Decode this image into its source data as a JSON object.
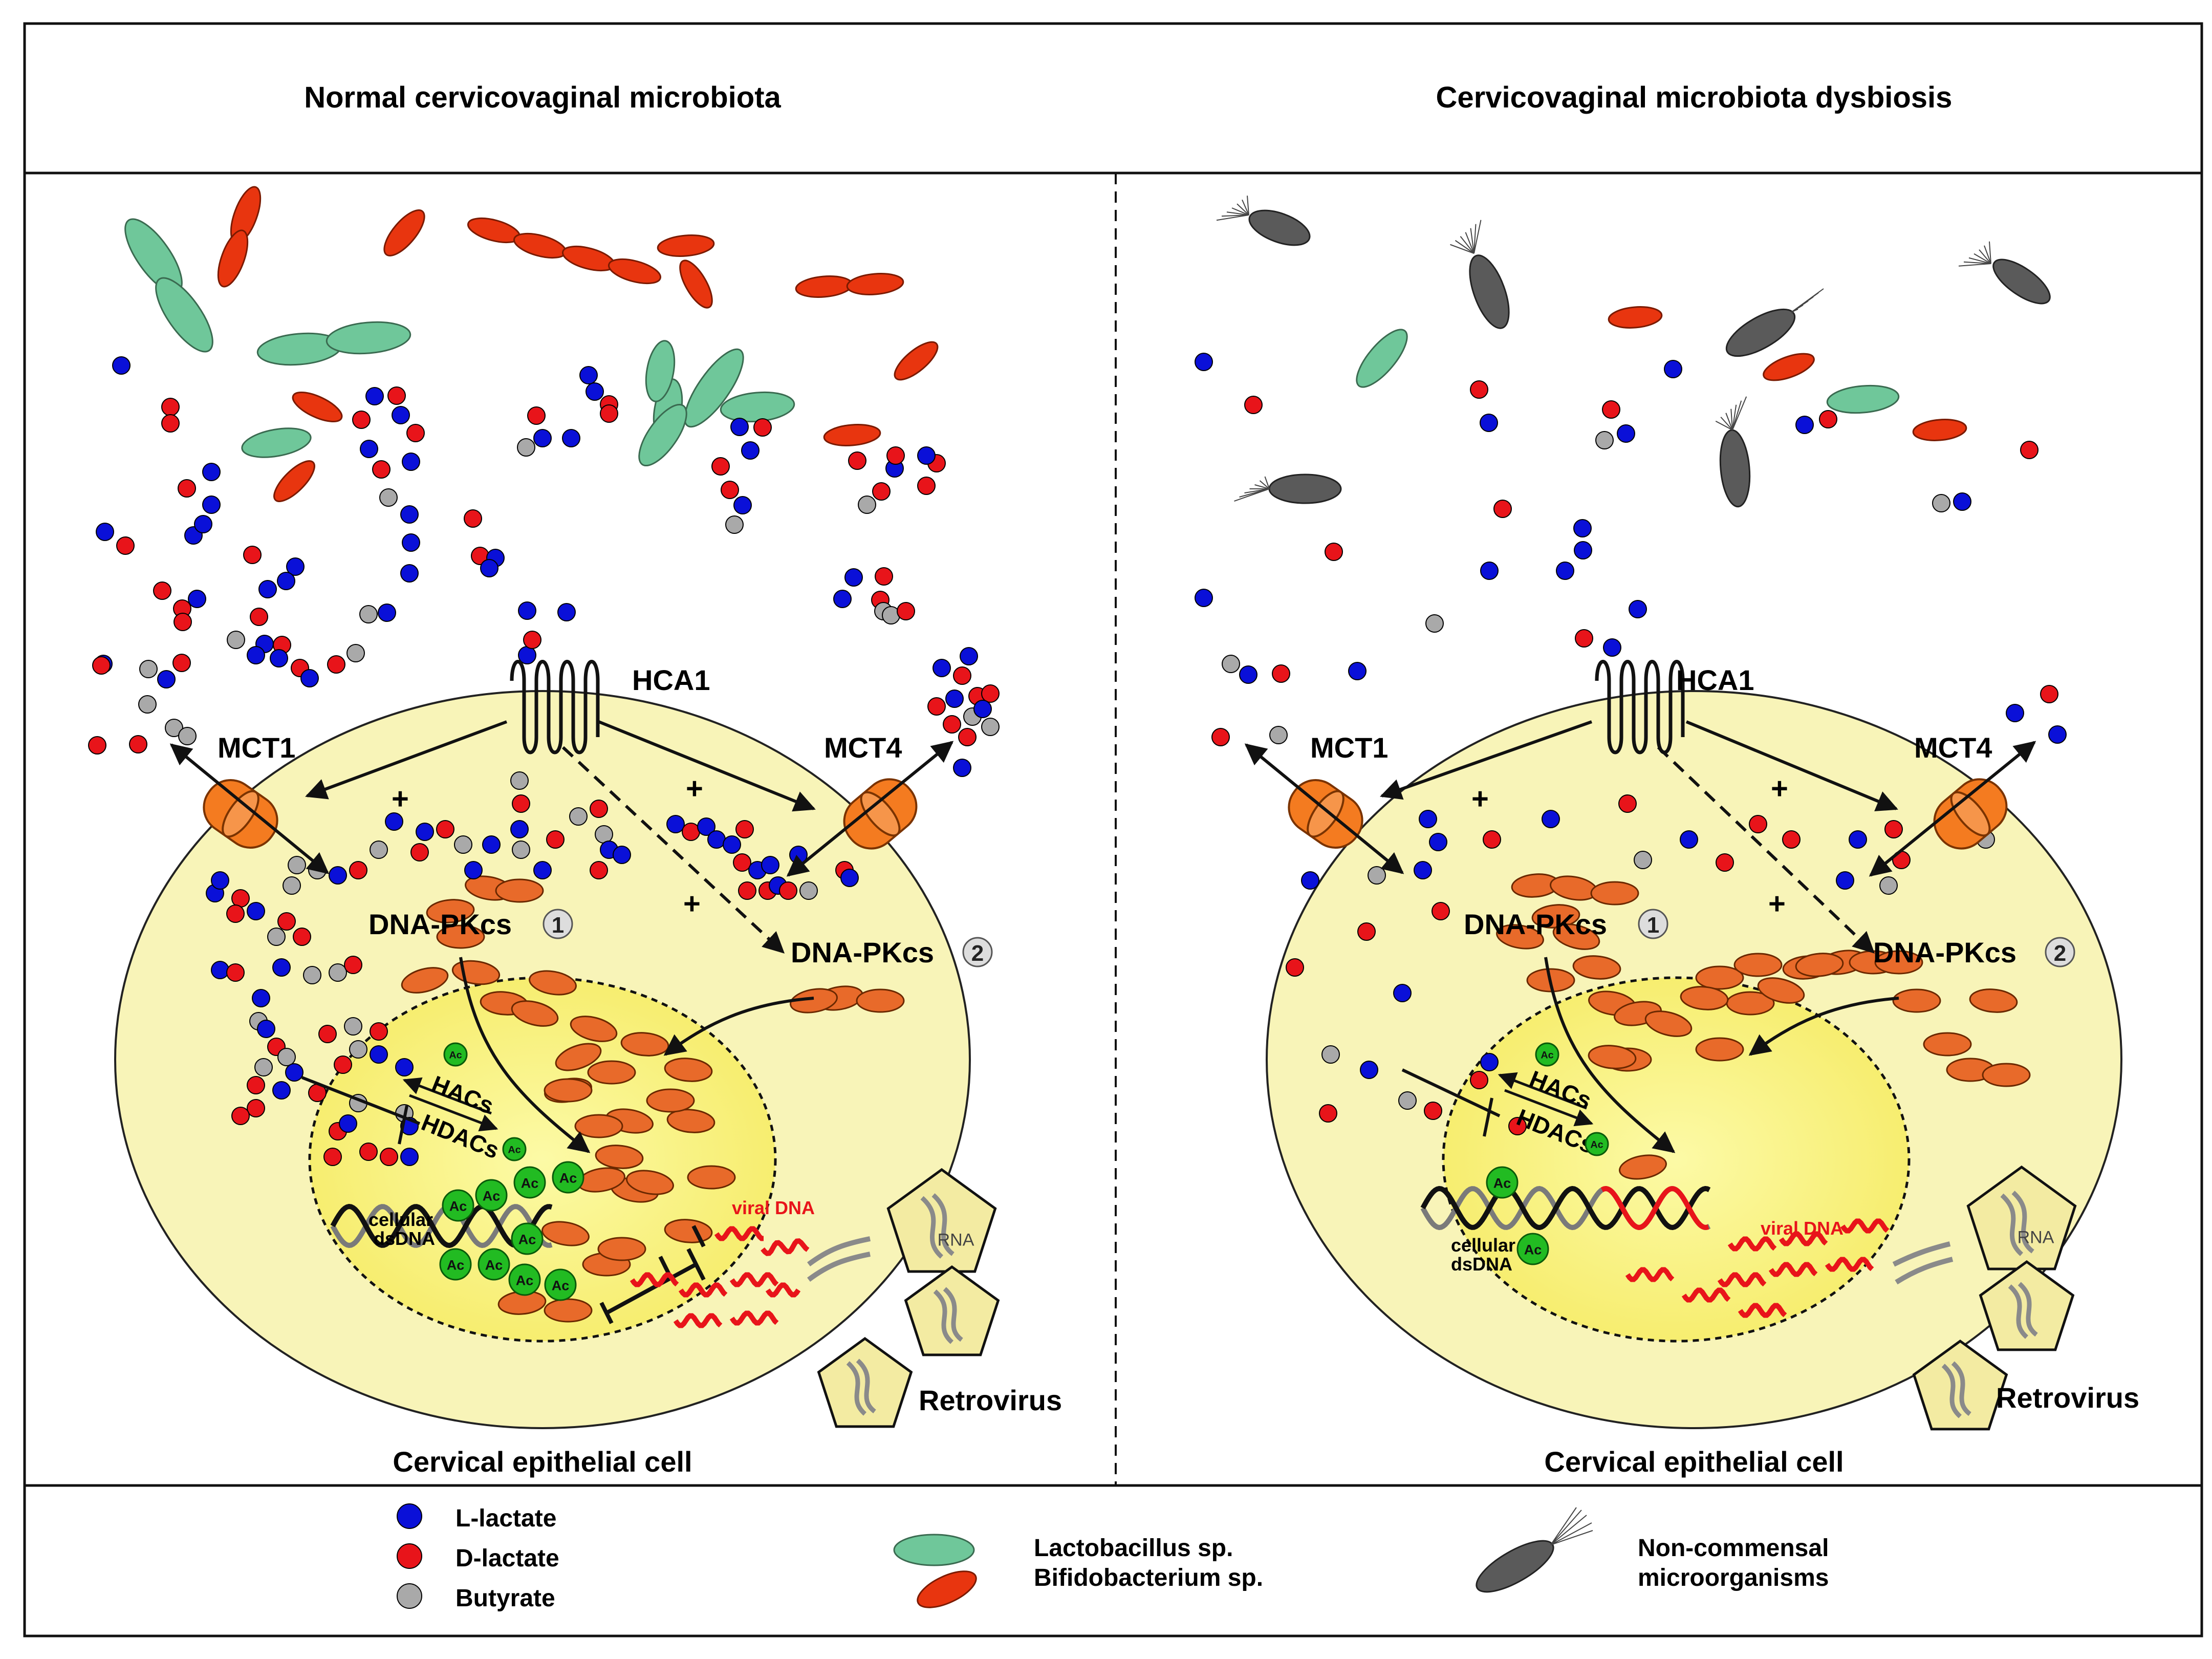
{
  "panels": {
    "left_title": "Normal cervicovaginal microbiota",
    "right_title": "Cervicovaginal microbiota dysbiosis"
  },
  "labels": {
    "hca1": "HCA1",
    "mct1": "MCT1",
    "mct4": "MCT4",
    "plus": "+",
    "dna_pkcs": "DNA-PKcs",
    "step1": "1",
    "step2": "2",
    "hacs": "HACs",
    "hdacs": "HDACs",
    "ac": "Ac",
    "cellular_dsdna_line1": "cellular",
    "cellular_dsdna_line2": "dsDNA",
    "viral_dna": "viral DNA",
    "rna": "RNA",
    "retrovirus": "Retrovirus",
    "cell": "Cervical epithelial cell"
  },
  "legend": {
    "l_lactate": "L-lactate",
    "d_lactate": "D-lactate",
    "butyrate": "Butyrate",
    "lactobacillus": "Lactobacillus sp.",
    "bifidobacterium": "Bifidobacterium sp.",
    "noncommensal_line1": "Non-commensal",
    "noncommensal_line2": "microorganisms"
  },
  "colors": {
    "l_lactate": "#0a10d8",
    "d_lactate": "#e8141a",
    "butyrate": "#a9a9a9",
    "lactobacillus": "#6fc79a",
    "bifidobacterium": "#e8350f",
    "noncommensal": "#5a5a5a",
    "cell": "#f8f4b8",
    "nucleus": "#fbf07a",
    "transporter": "#f47b20",
    "mitochondria": "#e86a2a",
    "acetyl": "#22bb22",
    "retrovirus": "#f3eba2"
  }
}
